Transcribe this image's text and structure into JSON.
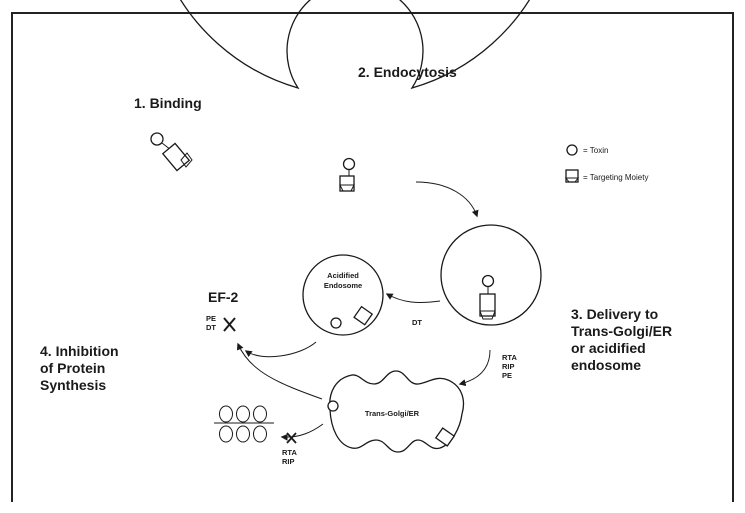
{
  "steps": {
    "binding": "1. Binding",
    "endocytosis": "2. Endocytosis",
    "delivery": [
      "3. Delivery to",
      "Trans-Golgi/ER",
      "or acidified",
      "endosome"
    ],
    "inhibition": [
      "4. Inhibition",
      "of Protein",
      "Synthesis"
    ]
  },
  "legend": {
    "toxin": "= Toxin",
    "targeting": "= Targeting Moiety"
  },
  "compartments": {
    "acidified_endosome": [
      "Acidified",
      "Endosome"
    ],
    "trans_golgi": "Trans-Golgi/ER"
  },
  "labels": {
    "ef2": "EF-2",
    "pe_dt": [
      "PE",
      "DT"
    ],
    "dt": "DT",
    "rta_rip_pe": [
      "RTA",
      "RIP",
      "PE"
    ],
    "rta_rip": [
      "RTA",
      "RIP"
    ]
  }
}
